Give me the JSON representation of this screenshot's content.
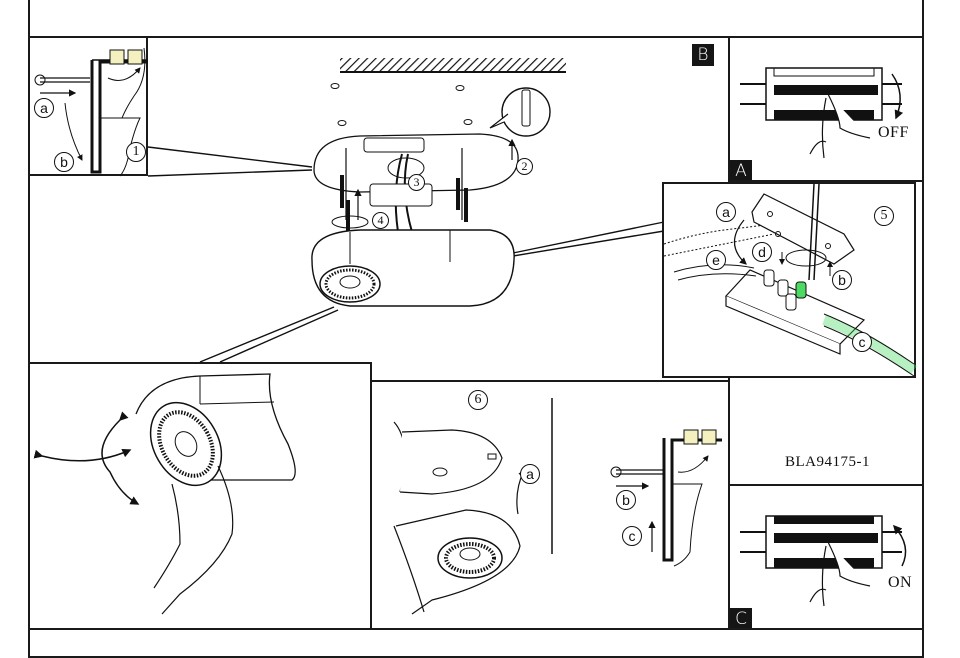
{
  "document": {
    "model_code": "BLA94175-1",
    "panels": {
      "A": {
        "badge": "A",
        "switch_label": "OFF"
      },
      "B": {
        "badge": "B"
      },
      "C": {
        "badge": "C",
        "switch_label": "ON"
      }
    },
    "steps": {
      "step1": {
        "number": "1",
        "sub_a": "a",
        "sub_b": "b"
      },
      "step2": {
        "number": "2"
      },
      "step3": {
        "number": "3"
      },
      "step4": {
        "number": "4"
      },
      "step5": {
        "number": "5",
        "sub_a": "a",
        "sub_b": "b",
        "sub_c": "c",
        "sub_d": "d",
        "sub_e": "e"
      },
      "step6": {
        "number": "6",
        "sub_a": "a"
      },
      "step6_right": {
        "sub_b": "b",
        "sub_c": "c"
      }
    },
    "accent_colors": {
      "wire_highlight": "#4cd964",
      "badge_bg": "#151515",
      "line": "#1a1a1a"
    }
  }
}
